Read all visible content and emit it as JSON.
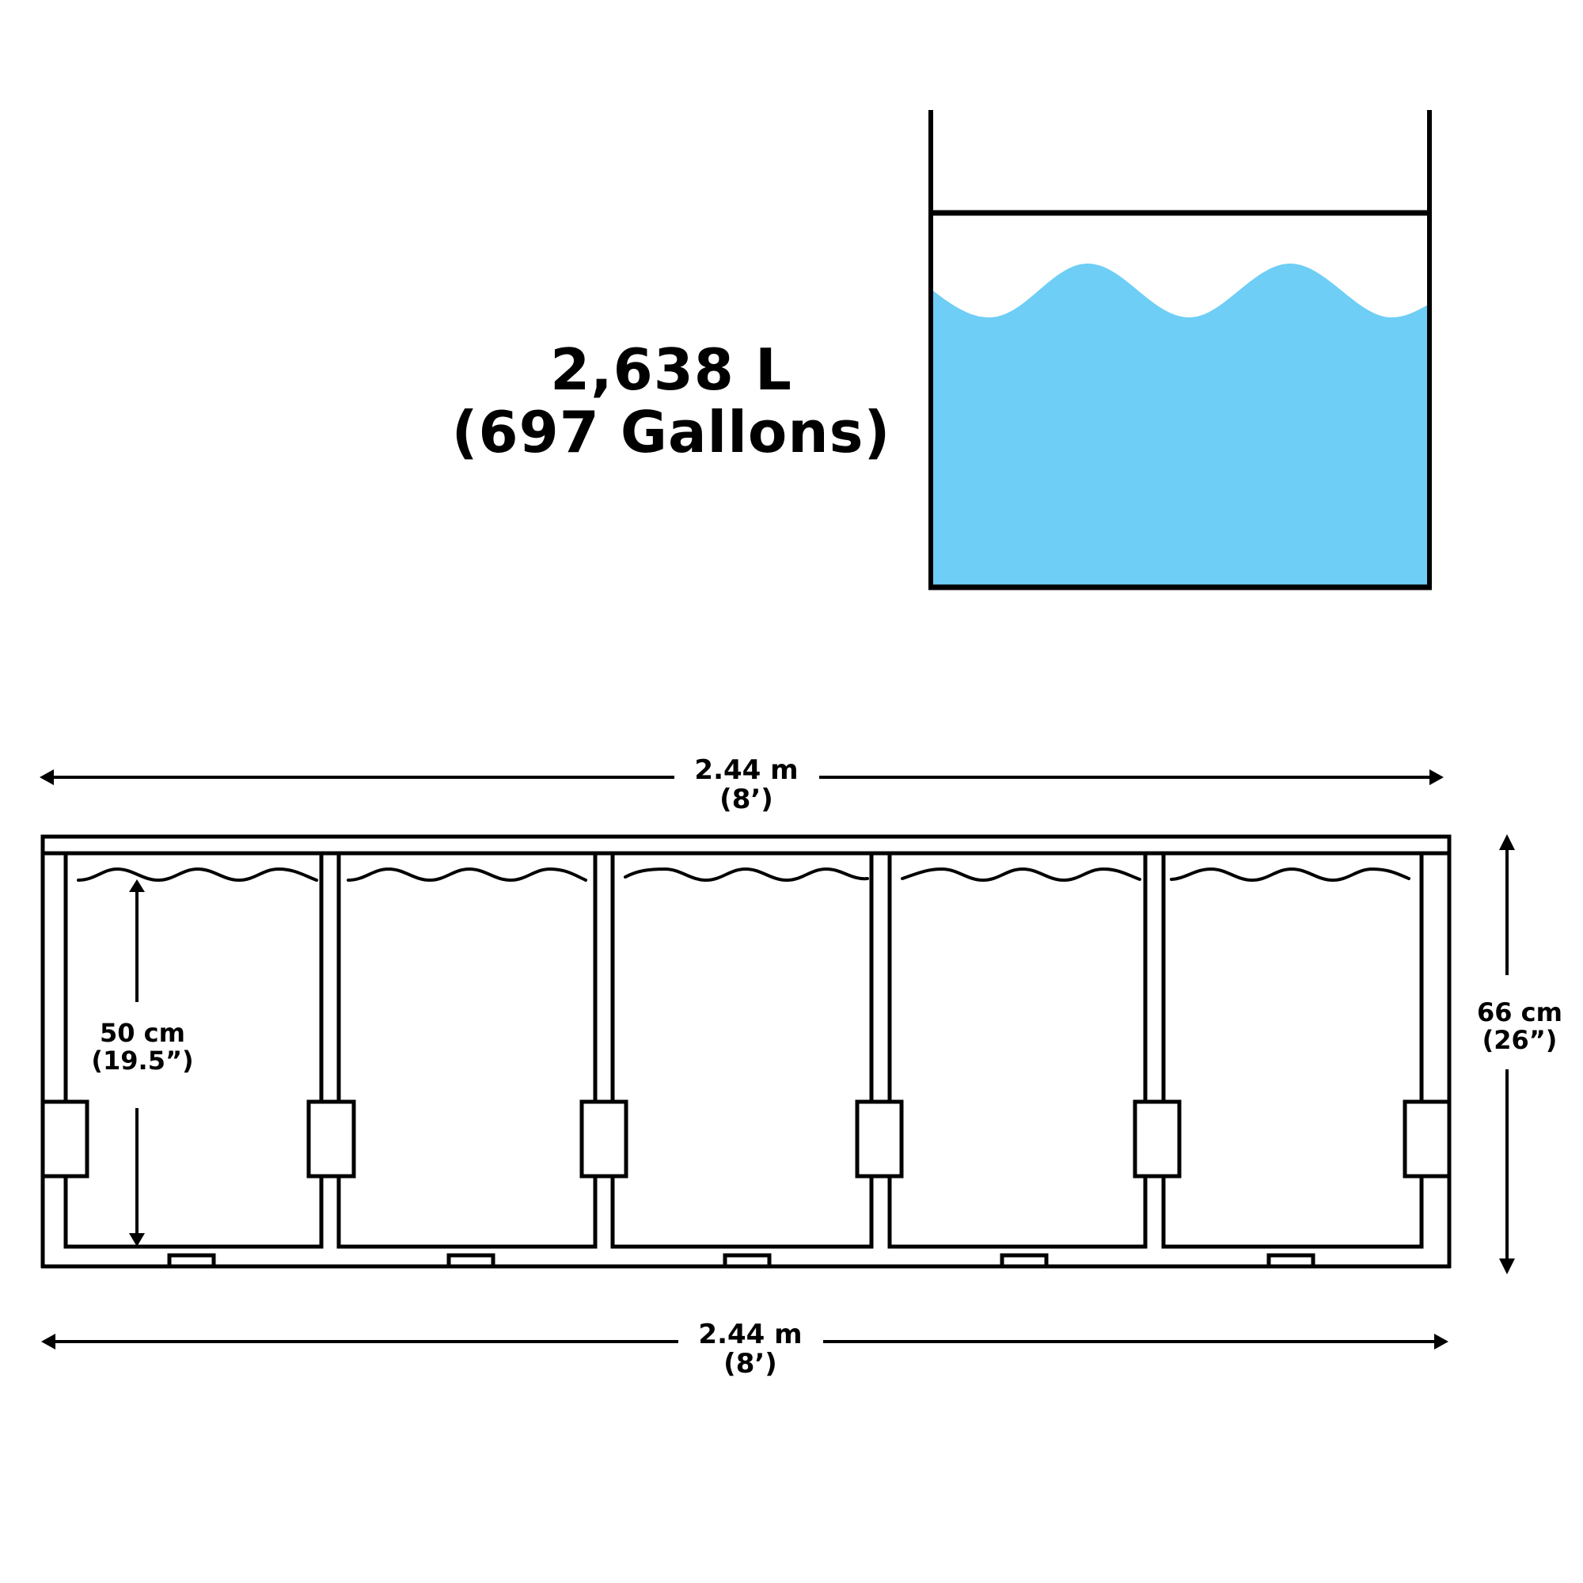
{
  "volume": {
    "liters": "2,638 L",
    "gallons": "(697 Gallons)"
  },
  "colors": {
    "water": "#6ECEF5",
    "line": "#000000",
    "background": "#FFFFFF"
  },
  "dimensions": {
    "top_width": {
      "metric": "2.44 m",
      "imperial": "(8’)"
    },
    "bottom_width": {
      "metric": "2.44 m",
      "imperial": "(8’)"
    },
    "water_depth": {
      "metric": "50 cm",
      "imperial": "(19.5”)"
    },
    "overall_height": {
      "metric": "66 cm",
      "imperial": "(26”)"
    }
  },
  "pool_side_view": {
    "panels": 5,
    "connectors": 6,
    "feet": 5
  }
}
